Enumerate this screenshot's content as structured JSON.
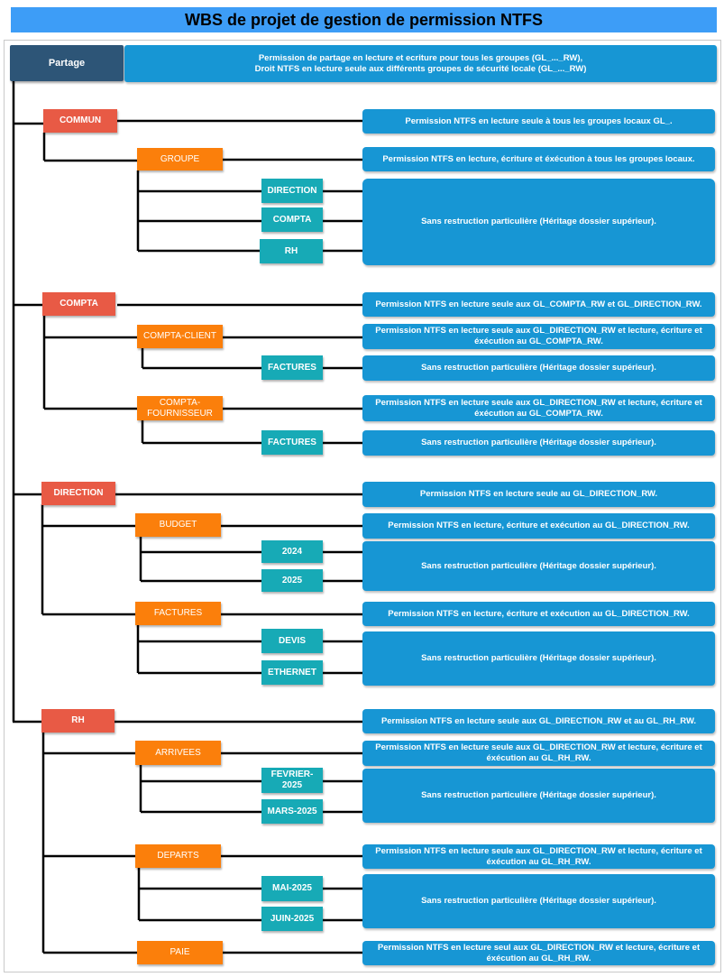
{
  "title": "WBS de projet de gestion de permission NTFS",
  "root": {
    "label": "Partage",
    "desc": "Permission de partage en lecture et ecriture pour tous les groupes (GL_..._RW),\nDroit NTFS en lecture seule aux différents groupes de sécurité  locale (GL_..._RW)"
  },
  "commun": {
    "label": "COMMUN",
    "desc": "Permission NTFS en lecture seule à tous les groupes locaux GL_.",
    "groupe": {
      "label": "GROUPE",
      "desc": "Permission NTFS en lecture, écriture et éxécution à tous les groupes locaux.",
      "children": [
        "DIRECTION",
        "COMPTA",
        "RH"
      ],
      "children_desc": "Sans restruction particulière (Héritage dossier supérieur)."
    }
  },
  "compta": {
    "label": "COMPTA",
    "desc": "Permission NTFS en lecture seule aux GL_COMPTA_RW et GL_DIRECTION_RW.",
    "client": {
      "label": "COMPTA-CLIENT",
      "desc": "Permission NTFS en lecture seule aux GL_DIRECTION_RW et lecture, écriture et éxécution au GL_COMPTA_RW.",
      "child": "FACTURES",
      "child_desc": "Sans restruction particulière (Héritage dossier supérieur)."
    },
    "fournisseur": {
      "label": "COMPTA-FOURNISSEUR",
      "desc": "Permission NTFS en lecture seule aux GL_DIRECTION_RW et lecture, écriture et éxécution au GL_COMPTA_RW.",
      "child": "FACTURES",
      "child_desc": "Sans restruction particulière (Héritage dossier supérieur)."
    }
  },
  "direction": {
    "label": "DIRECTION",
    "desc": "Permission NTFS en lecture seule au GL_DIRECTION_RW.",
    "budget": {
      "label": "BUDGET",
      "desc": "Permission NTFS en lecture, écriture et exécution au GL_DIRECTION_RW.",
      "children": [
        "2024",
        "2025"
      ],
      "children_desc": "Sans restruction particulière (Héritage dossier supérieur)."
    },
    "factures": {
      "label": "FACTURES",
      "desc": "Permission NTFS en lecture, écriture et exécution au GL_DIRECTION_RW.",
      "children": [
        "DEVIS",
        "ETHERNET"
      ],
      "children_desc": "Sans restruction particulière (Héritage dossier supérieur)."
    }
  },
  "rh": {
    "label": "RH",
    "desc": "Permission NTFS en lecture seule aux GL_DIRECTION_RW et au GL_RH_RW.",
    "arrivees": {
      "label": "ARRIVEES",
      "desc": "Permission NTFS en lecture seule aux GL_DIRECTION_RW et lecture, écriture et éxécution au GL_RH_RW.",
      "children": [
        "FEVRIER-2025",
        "MARS-2025"
      ],
      "children_desc": "Sans restruction particulière (Héritage dossier supérieur)."
    },
    "departs": {
      "label": "DEPARTS",
      "desc": "Permission NTFS en lecture seule aux GL_DIRECTION_RW et lecture, écriture et éxécution au GL_RH_RW.",
      "children": [
        "MAI-2025",
        "JUIN-2025"
      ],
      "children_desc": "Sans restruction particulière (Héritage dossier supérieur)."
    },
    "paie": {
      "label": "PAIE",
      "desc": "Permission NTFS en lecture seul aux GL_DIRECTION_RW et lecture, écriture et éxécution au GL_RH_RW."
    }
  },
  "colors": {
    "title": "#3d9df7",
    "root": "#2d5577",
    "level1": "#e85a45",
    "level2": "#fb7f0b",
    "level3": "#17aab6",
    "description": "#1796d4"
  }
}
